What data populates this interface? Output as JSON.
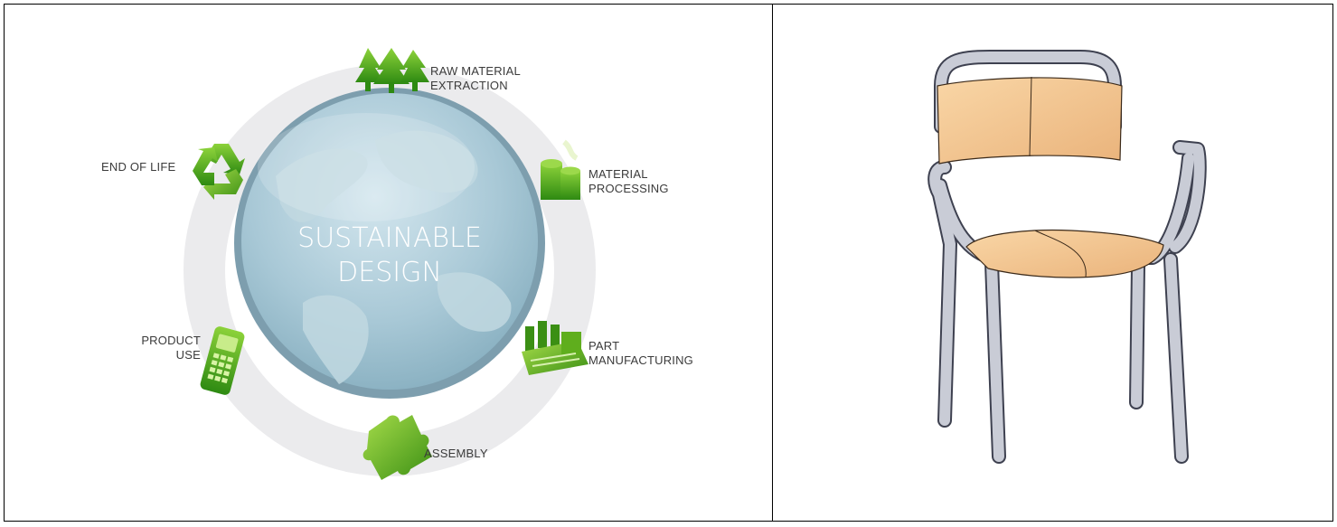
{
  "diagram": {
    "center_title": [
      "SUSTAINABLE",
      "DESIGN"
    ],
    "stages": [
      {
        "id": "raw",
        "lines": [
          "RAW MATERIAL",
          "EXTRACTION"
        ],
        "icon": "trees-icon"
      },
      {
        "id": "processing",
        "lines": [
          "MATERIAL",
          "PROCESSING"
        ],
        "icon": "cylinders-icon"
      },
      {
        "id": "manufacturing",
        "lines": [
          "PART",
          "MANUFACTURING"
        ],
        "icon": "factory-icon"
      },
      {
        "id": "assembly",
        "lines": [
          "ASSEMBLY"
        ],
        "icon": "puzzle-piece-icon"
      },
      {
        "id": "use",
        "lines": [
          "PRODUCT",
          "USE"
        ],
        "icon": "mobile-phone-icon"
      },
      {
        "id": "eol",
        "lines": [
          "END OF LIFE"
        ],
        "icon": "recycle-icon"
      }
    ],
    "colors": {
      "green": "#5fae1d",
      "dark_green": "#2f7d10",
      "ring": "#ececee",
      "globe": "#a9c9d6",
      "globe_rim": "#7fa3b3"
    }
  },
  "illustration": {
    "subject": "chair-3d-model",
    "colors": {
      "wood": "#f2c38c",
      "tube": "#c9ccd6"
    }
  }
}
